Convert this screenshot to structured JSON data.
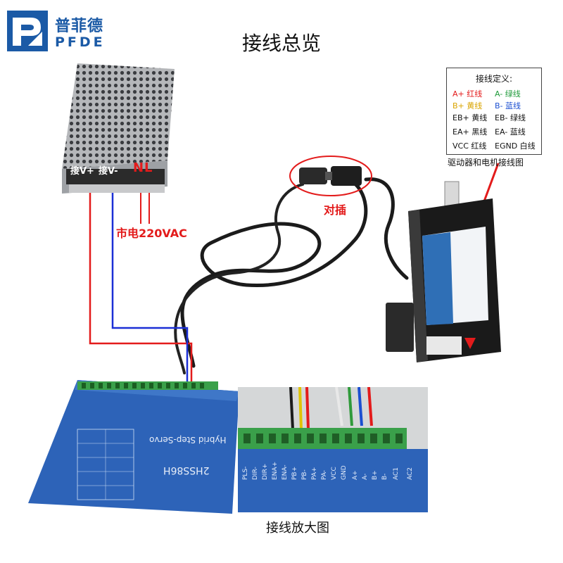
{
  "logo": {
    "name_cn": "普菲德",
    "name_en": "PFDE"
  },
  "title": "接线总览",
  "psu": {
    "v_plus": "接V+",
    "v_minus": "接V-",
    "n": "N",
    "l": "L"
  },
  "mains_label": "市电220VAC",
  "plug_label": "对插",
  "legend": {
    "title": "接线定义:",
    "rows": [
      {
        "left": "A+ 红线",
        "left_color": "#e31b1b",
        "right": "A- 绿线",
        "right_color": "#1f9a3a"
      },
      {
        "left": "B+ 黄线",
        "left_color": "#d9a400",
        "right": "B- 蓝线",
        "right_color": "#1b4fd1"
      },
      {
        "left": "EB+ 黄线",
        "left_color": "#111111",
        "right": "EB- 绿线",
        "right_color": "#111111"
      },
      {
        "left": "EA+ 黑线",
        "left_color": "#111111",
        "right": "EA- 蓝线",
        "right_color": "#111111"
      },
      {
        "left": "VCC 红线",
        "left_color": "#111111",
        "right": "EGND 白线",
        "right_color": "#111111"
      }
    ],
    "caption": "驱动器和电机接线图"
  },
  "driver": {
    "model": "2HSS86H",
    "subtitle": "Hybrid Step-Servo"
  },
  "zoom": {
    "caption": "接线放大图",
    "terminals": [
      "PLS-",
      "DIR-",
      "DIR+",
      "ENA+",
      "ENA-",
      "PB+",
      "PB-",
      "PA+",
      "PA-",
      "VCC",
      "GND",
      "A+",
      "A-",
      "B+",
      "B-",
      "AC1",
      "AC2"
    ]
  },
  "colors": {
    "red_wire": "#e31b1b",
    "blue_wire": "#1b2fd6",
    "driver_blue": "#2d63b8",
    "terminal_green": "#3aa04a"
  }
}
